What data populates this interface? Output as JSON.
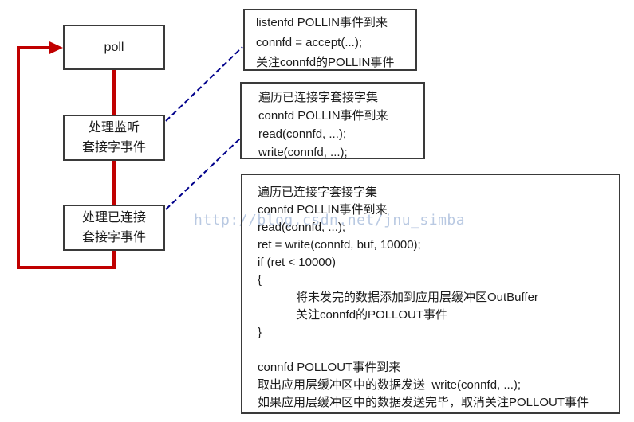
{
  "left_flow": {
    "poll": "poll",
    "listen_handler": {
      "line1": "处理监听",
      "line2": "套接字事件"
    },
    "connected_handler": {
      "line1": "处理已连接",
      "line2": "套接字事件"
    }
  },
  "callouts": {
    "listen_event": {
      "lines": [
        "listenfd POLLIN事件到来",
        "connfd = accept(...);",
        "关注connfd的POLLIN事件"
      ]
    },
    "connected_event": {
      "lines": [
        "遍历已连接字套接字集",
        "connfd POLLIN事件到来",
        "read(connfd, ...);",
        "write(connfd, ...);"
      ]
    },
    "buffered_event": {
      "lines": [
        "遍历已连接字套接字集",
        "connfd POLLIN事件到来",
        "read(connfd, ...);",
        "ret = write(connfd, buf, 10000);",
        "if (ret < 10000)",
        "{",
        "将未发完的数据添加到应用层缓冲区OutBuffer",
        "关注connfd的POLLOUT事件",
        "}",
        "",
        "connfd POLLOUT事件到来",
        "取出应用层缓冲区中的数据发送  write(connfd, ...);",
        "如果应用层缓冲区中的数据发送完毕，取消关注POLLOUT事件"
      ]
    }
  },
  "watermark": "http://blog.csdn.net/jnu_simba",
  "colors": {
    "loop_red": "#c00000",
    "dash_blue": "#00008b",
    "border_gray": "#3a3a3a",
    "watermark_blue": "#b9c9e2"
  }
}
